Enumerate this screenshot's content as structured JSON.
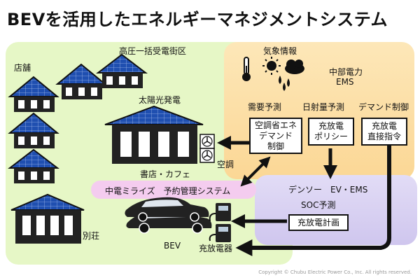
{
  "title": "BEVを活用したエネルギーマネジメントシステム",
  "labels": {
    "district": "高圧一括受電街区",
    "store": "店舗",
    "solar": "太陽光発電",
    "bookstore": "書店・カフェ",
    "aircon": "空調",
    "villa": "別荘",
    "bev": "BEV",
    "charger": "充放電器",
    "weather": "気象情報",
    "chubu_ems_1": "中部電力",
    "chubu_ems_2": "EMS",
    "demand_forecast": "需要予測",
    "irradiance_forecast": "日射量予測",
    "demand_control": "デマンド制御",
    "reservation_system": "中電ミライズ　予約管理システム",
    "denso_ems": "デンソー　EV・EMS",
    "soc_forecast": "SOC予測"
  },
  "boxes": {
    "aircon_control": [
      "空調省エネ",
      "デマンド",
      "制御"
    ],
    "charge_policy": [
      "充放電",
      "ポリシー"
    ],
    "direct_command": [
      "充放電",
      "直接指令"
    ],
    "charge_plan": [
      "充放電計画"
    ]
  },
  "copyright": "Copyright © Chubu Electric Power Co., Inc. All rights reserved.",
  "colors": {
    "green_region": "#e6f7c6",
    "orange_region": "#fbd795",
    "purple_region": "#cfc6ee",
    "system_band": "#f4ccef",
    "solar_panel": "#1f4fb0",
    "house": "#222222"
  },
  "icons": [
    "thermometer-icon",
    "sun-icon",
    "cloud-icon",
    "rain-icon",
    "fan-icon",
    "car-icon",
    "charger-icon"
  ]
}
